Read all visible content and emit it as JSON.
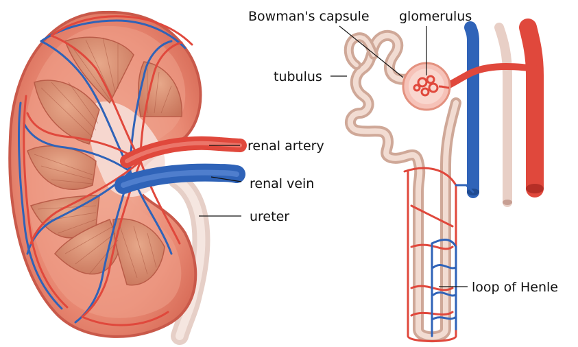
{
  "labels": {
    "bowmans_capsule": "Bowman's capsule",
    "glomerulus": "glomerulus",
    "tubulus": "tubulus",
    "renal_artery": "renal artery",
    "renal_vein": "renal vein",
    "ureter": "ureter",
    "loop_of_henle": "loop of Henle"
  },
  "colors": {
    "artery": "#e0483c",
    "vein": "#2f63b8",
    "cortex": "#e98a74",
    "medulla": "#d88a6a",
    "tubule": "#e8c8bc",
    "capsule": "#f4b8ae"
  }
}
